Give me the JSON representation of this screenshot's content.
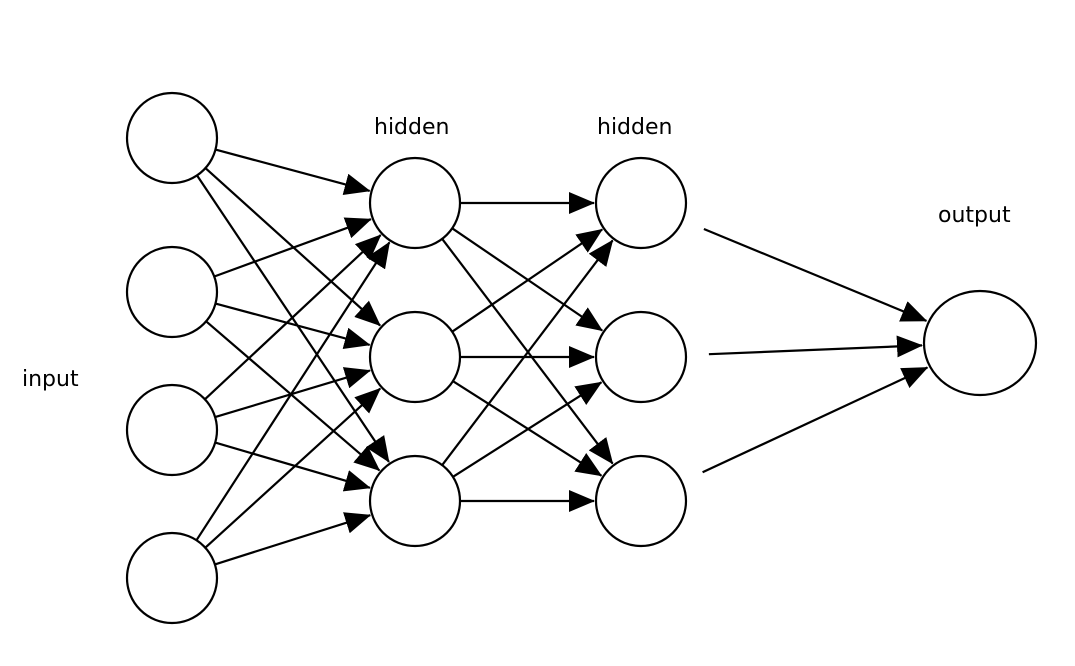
{
  "labels": {
    "input": "input",
    "hidden_1": "hidden",
    "hidden_2": "hidden",
    "output": "output"
  },
  "layers": [
    {
      "name": "input",
      "node_count": 4
    },
    {
      "name": "hidden_1",
      "node_count": 3
    },
    {
      "name": "hidden_2",
      "node_count": 3
    },
    {
      "name": "output",
      "node_count": 1
    }
  ],
  "connections": "fully-connected, directed left to right",
  "colors": {
    "stroke": "#000000",
    "fill": "#ffffff"
  }
}
